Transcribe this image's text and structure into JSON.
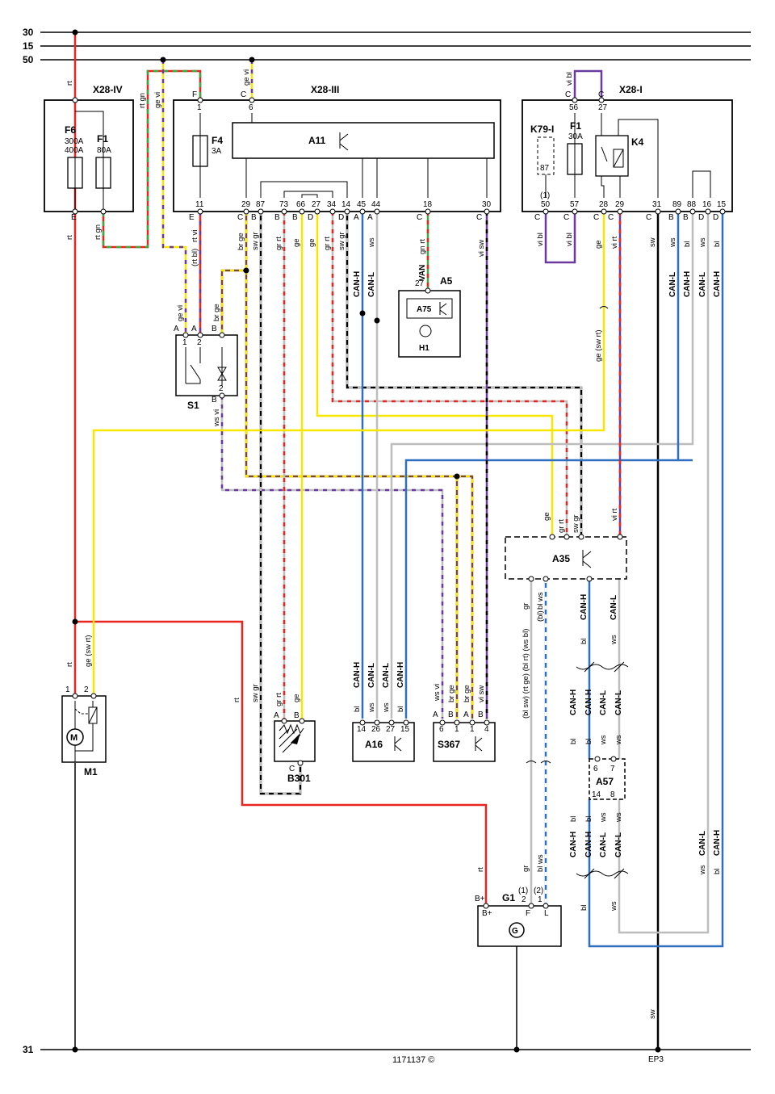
{
  "rails": {
    "r30": "30",
    "r15": "15",
    "r50": "50",
    "r31": "31"
  },
  "boxes": {
    "x28iv": "X28-IV",
    "x28iii": "X28-III",
    "x28i": "X28-I",
    "f6": "F6",
    "f6_r1": "300A",
    "f6_r2": "400A",
    "f1a": "F1",
    "f1a_r": "80A",
    "f4": "F4",
    "f4_r": "3A",
    "f1b": "F1",
    "f1b_r": "30A",
    "k79": "K79-I",
    "k4": "K4",
    "a11": "A11",
    "a5": "A5",
    "a75": "A75",
    "h1": "H1",
    "s1": "S1",
    "a35": "A35",
    "m1": "M1",
    "b301": "B301",
    "a16": "A16",
    "s367": "S367",
    "a57": "A57",
    "g1": "G1"
  },
  "pins": {
    "x28iii_top": [
      "1",
      "6"
    ],
    "x28iii_bottom": [
      "11",
      "29",
      "87",
      "73",
      "66",
      "27",
      "34",
      "14",
      "45",
      "44",
      "18",
      "30"
    ],
    "x28i_top": [
      "56",
      "27"
    ],
    "x28i_bottom": [
      "(1)",
      "50",
      "57",
      "28",
      "29",
      "31",
      "89",
      "88",
      "16",
      "15"
    ],
    "k79_pin": "87",
    "a5_pin": "27",
    "s1": [
      "1",
      "2",
      "2"
    ],
    "m1": [
      "1",
      "2"
    ],
    "a16": [
      "14",
      "26",
      "27",
      "15"
    ],
    "s367": [
      "6",
      "1",
      "1",
      "4"
    ],
    "a57_top": [
      "6",
      "7"
    ],
    "a57_bottom": [
      "14",
      "8"
    ],
    "g1": [
      "(1)",
      "2",
      "(2)",
      "1"
    ]
  },
  "connectors": {
    "x28iv_bottom": "E",
    "x28iii_top": [
      "F",
      "C"
    ],
    "x28iii_bottom": [
      "E",
      "C",
      "B",
      "B",
      "B",
      "D",
      "D",
      "A",
      "A",
      "C",
      "C"
    ],
    "x28i_top": [
      "C",
      "C"
    ],
    "x28i_bottom": [
      "C",
      "C",
      "C",
      "C",
      "C",
      "B",
      "B",
      "D",
      "D"
    ],
    "s1": [
      "A",
      "A",
      "B",
      "B"
    ],
    "b301": [
      "A",
      "B",
      "C"
    ],
    "s367": [
      "A",
      "B",
      "A",
      "B"
    ],
    "g1": [
      "B+",
      "F",
      "L"
    ],
    "footer_ep3": "EP3"
  },
  "wires": {
    "rt": "rt",
    "rt_gn": "rt gn",
    "ge_vi": "ge vi",
    "rt_bl": "(rt bl)",
    "rt_vi": "rt vi",
    "br_ge": "br ge",
    "sw_gr": "sw gr",
    "gr_rt": "gr rt",
    "ge": "ge",
    "bl": "bl",
    "ws": "ws",
    "gn_rt": "gn rt",
    "van": "VAN",
    "vi_sw": "vi sw",
    "vi_bl": "vi bl",
    "ge_sw_rt": "ge (sw rt)",
    "vi_rt": "vi rt",
    "sw": "sw",
    "can_h": "CAN-H",
    "can_l": "CAN-L",
    "ws_vi": "ws vi",
    "gr": "gr",
    "bl_ws": "bl ws",
    "g1_codes": "(bl sw) (rt ge) (bl rt) (ws bl)",
    "bl_paren": "(bl)"
  },
  "footer": {
    "docid": "1171137 ©"
  },
  "colors": {
    "red": "#e8261f",
    "yellow": "#f6e600",
    "blue": "#2f6fc0",
    "green": "#3aa843",
    "brown": "#7a4a22",
    "purple": "#6a3aa0",
    "grey": "#bdbdbd",
    "black": "#000000"
  }
}
